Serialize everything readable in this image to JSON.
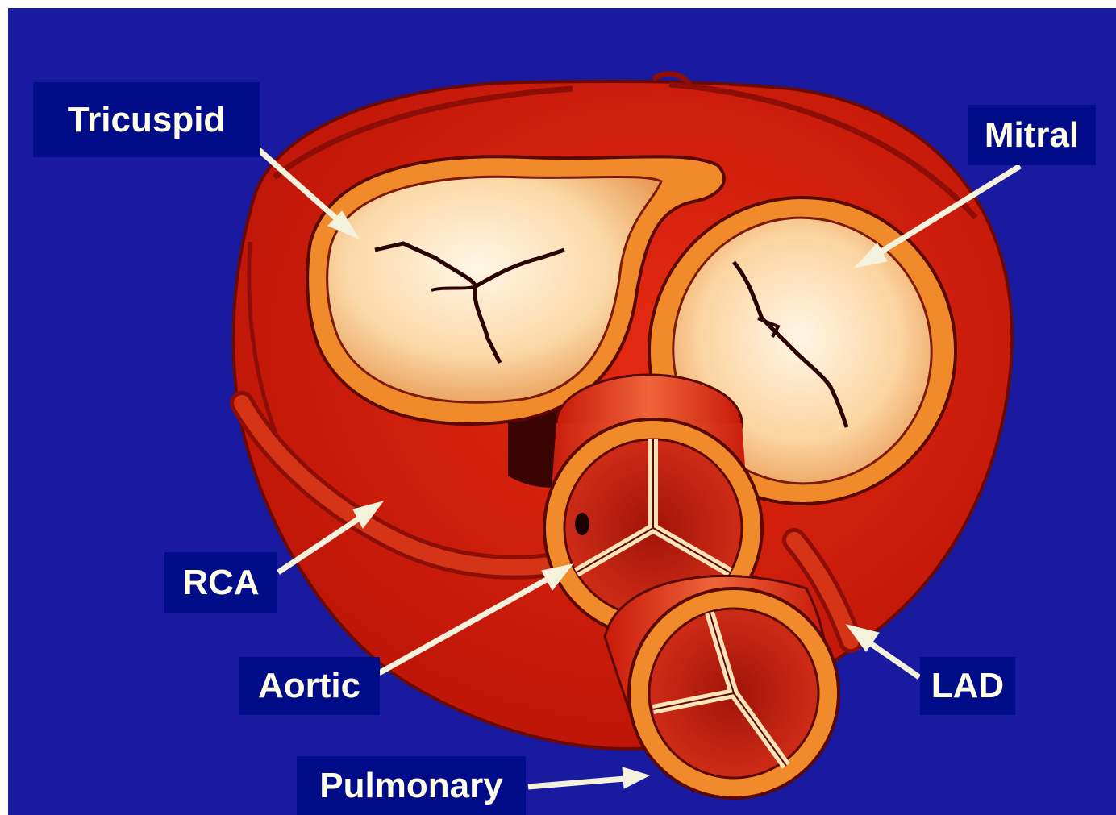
{
  "labels": {
    "tricuspid": "Tricuspid",
    "mitral": "Mitral",
    "rca": "RCA",
    "aortic": "Aortic",
    "lad": "LAD",
    "pulmonary": "Pulmonary"
  },
  "colors": {
    "background": "#1a1aa0",
    "label_box": "#000c88",
    "label_text": "#fffde6",
    "heart": "#d41c0a",
    "annulus": "#f08a2a",
    "leaflet": "#fde3b8",
    "arrow": "#f4f2dc"
  }
}
